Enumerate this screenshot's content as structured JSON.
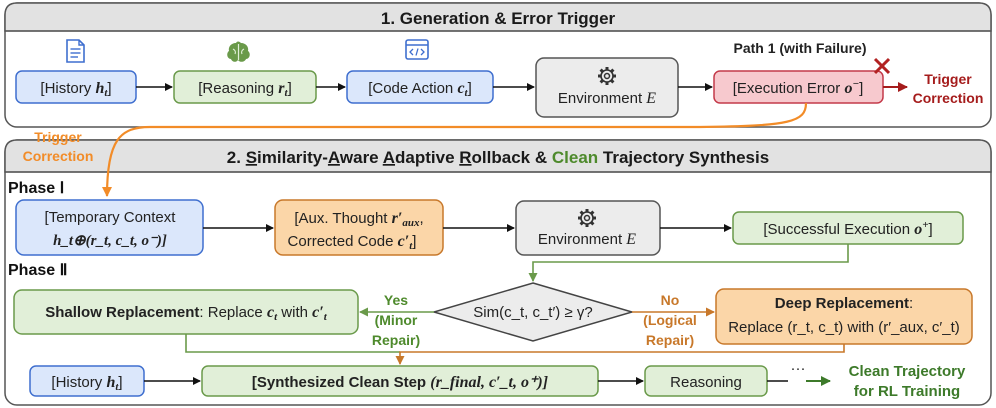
{
  "section1": {
    "title": "1. Generation & Error Trigger",
    "path_label": "Path 1 (with Failure)"
  },
  "section2": {
    "title_parts": [
      "2. ",
      "S",
      "imilarity-",
      "A",
      "ware ",
      "A",
      "daptive ",
      "R",
      "ollback & ",
      "Clean",
      " Trajectory Synthesis"
    ]
  },
  "row1": {
    "history": {
      "text": "[History ",
      "math": "h",
      "sub": "t",
      "close": "]"
    },
    "reasoning": {
      "text": "[Reasoning ",
      "math": "r",
      "sub": "t",
      "close": "]"
    },
    "code_action": {
      "text": "[Code Action ",
      "math": "c",
      "sub": "t",
      "close": "]"
    },
    "environment": {
      "text": "Environment ",
      "math": "E"
    },
    "exec_error": {
      "text": "[Execution Error ",
      "math": "o",
      "sup": "−",
      "close": "]"
    },
    "trigger_correction": [
      "Trigger",
      "Correction"
    ]
  },
  "trigger_left": [
    "Trigger",
    "Correction"
  ],
  "phase1": {
    "label": "Phase Ⅰ",
    "temp_context": {
      "line1": "[Temporary Context",
      "line2": "h_t⊕(r_t, c_t, o⁻)]"
    },
    "aux": {
      "line1": "[Aux. Thought ",
      "line1_math": "r′",
      "line1_sub": "aux",
      "line1_end": ",",
      "line2": "Corrected Code ",
      "line2_math": "c′",
      "line2_sub": "t",
      "line2_end": "]"
    },
    "environment": {
      "text": "Environment ",
      "math": "E"
    },
    "success": {
      "text": "[Successful Execution ",
      "math": "o",
      "sup": "+",
      "close": "]"
    }
  },
  "phase2": {
    "label": "Phase Ⅱ",
    "shallow": {
      "bold": "Shallow Replacement",
      "rest": ": Replace ",
      "m1": "c",
      "m1sub": "t",
      "mid": " with ",
      "m2": "c′",
      "m2sub": "t"
    },
    "decision": {
      "text": "Sim(c",
      "full": "Sim(c_t, c_t′) ≥ γ?"
    },
    "yes": [
      "Yes",
      "(Minor",
      "Repair)"
    ],
    "no": [
      "No",
      "(Logical",
      "Repair)"
    ],
    "deep": {
      "line1_bold": "Deep Replacement",
      "line1_end": ":",
      "line2": "Replace (r_t, c_t) with (r′_aux, c′_t)"
    }
  },
  "row3": {
    "history": {
      "text": "[History ",
      "math": "h",
      "sub": "t",
      "close": "]"
    },
    "synth": {
      "bold": "[Synthesized Clean Step ",
      "math": "(r_final, c′_t, o⁺)]"
    },
    "reasoning": "Reasoning",
    "ellipsis": "···",
    "final": [
      "Clean Trajectory",
      "for RL Training"
    ]
  },
  "colors": {
    "blue_fill": "#dbe7fb",
    "blue_stroke": "#3f6fcf",
    "green_fill": "#e1efd8",
    "green_stroke": "#6a9a4a",
    "orange_fill": "#fbd6a8",
    "orange_stroke": "#c8782a",
    "red_fill": "#f7c9ce",
    "red_stroke": "#c43a4a",
    "gray_fill": "#ececec",
    "gray_stroke": "#555555",
    "accent_orange": "#f28c28",
    "accent_red": "#a51c1c",
    "accent_green": "#4e8a2c"
  },
  "icons": [
    "document-icon",
    "brain-icon",
    "code-window-icon",
    "gear-icon",
    "x-mark-icon"
  ]
}
